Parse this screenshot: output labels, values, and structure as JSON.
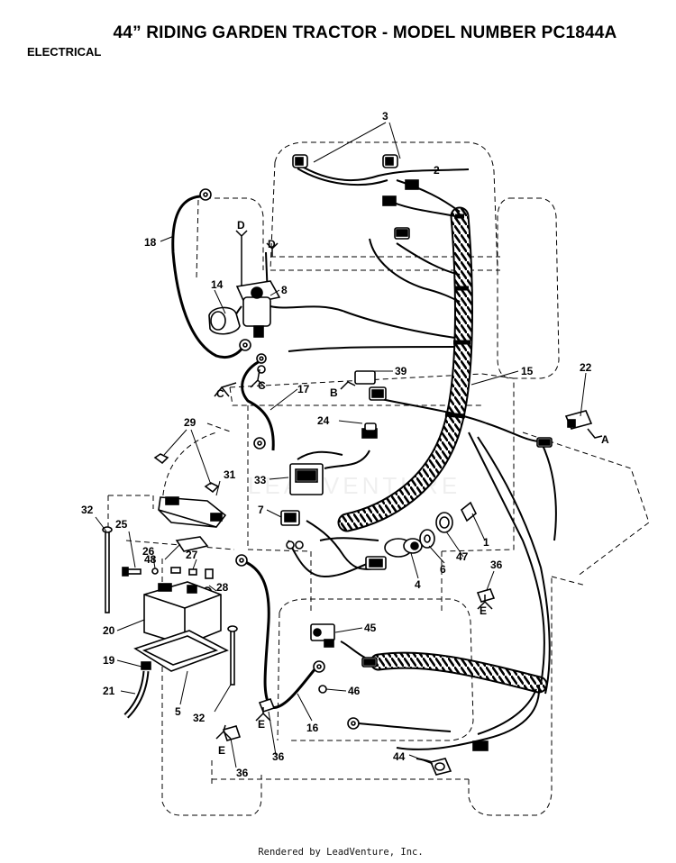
{
  "header": {
    "title": "44” RIDING GARDEN TRACTOR - MODEL NUMBER PC1844A",
    "section": "ELECTRICAL"
  },
  "footer": {
    "credit": "Rendered by LeadVenture, Inc."
  },
  "callouts": [
    {
      "id": "c3",
      "text": "3"
    },
    {
      "id": "c2",
      "text": "2"
    },
    {
      "id": "c18",
      "text": "18"
    },
    {
      "id": "cD1",
      "text": "D"
    },
    {
      "id": "cD2",
      "text": "D"
    },
    {
      "id": "c14",
      "text": "14"
    },
    {
      "id": "c8",
      "text": "8"
    },
    {
      "id": "cC1",
      "text": "C"
    },
    {
      "id": "cC2",
      "text": "C"
    },
    {
      "id": "c17",
      "text": "17"
    },
    {
      "id": "cB",
      "text": "B"
    },
    {
      "id": "c39",
      "text": "39"
    },
    {
      "id": "c15",
      "text": "15"
    },
    {
      "id": "c22",
      "text": "22"
    },
    {
      "id": "cA",
      "text": "A"
    },
    {
      "id": "c24",
      "text": "24"
    },
    {
      "id": "c29",
      "text": "29"
    },
    {
      "id": "c31",
      "text": "31"
    },
    {
      "id": "c33",
      "text": "33"
    },
    {
      "id": "c7",
      "text": "7"
    },
    {
      "id": "c32a",
      "text": "32"
    },
    {
      "id": "c25",
      "text": "25"
    },
    {
      "id": "c48",
      "text": "48"
    },
    {
      "id": "c26",
      "text": "26"
    },
    {
      "id": "c27",
      "text": "27"
    },
    {
      "id": "c28",
      "text": "28"
    },
    {
      "id": "c20",
      "text": "20"
    },
    {
      "id": "c19",
      "text": "19"
    },
    {
      "id": "c21",
      "text": "21"
    },
    {
      "id": "c5",
      "text": "5"
    },
    {
      "id": "c32b",
      "text": "32"
    },
    {
      "id": "c1",
      "text": "1"
    },
    {
      "id": "c6",
      "text": "6"
    },
    {
      "id": "c47",
      "text": "47"
    },
    {
      "id": "c4",
      "text": "4"
    },
    {
      "id": "c36a",
      "text": "36"
    },
    {
      "id": "cE1",
      "text": "E"
    },
    {
      "id": "c45",
      "text": "45"
    },
    {
      "id": "c46",
      "text": "46"
    },
    {
      "id": "c16",
      "text": "16"
    },
    {
      "id": "cE2",
      "text": "E"
    },
    {
      "id": "cE3",
      "text": "E"
    },
    {
      "id": "c36b",
      "text": "36"
    },
    {
      "id": "c36c",
      "text": "36"
    },
    {
      "id": "c44",
      "text": "44"
    }
  ],
  "watermark": {
    "text": "LEADVENTURE"
  }
}
